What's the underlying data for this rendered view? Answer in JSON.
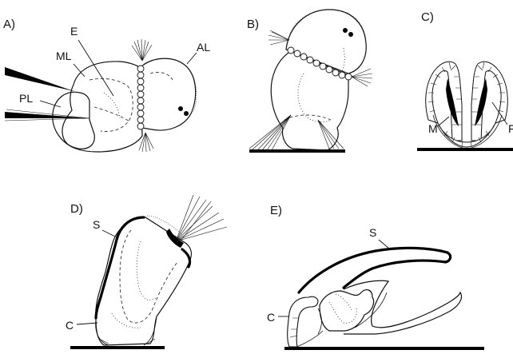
{
  "panels": {
    "a": {
      "label": "A)",
      "structures": {
        "e": "E",
        "ml": "ML",
        "pl": "PL",
        "al": "AL"
      }
    },
    "b": {
      "label": "B)"
    },
    "c": {
      "label": "C)",
      "structures": {
        "m": "M",
        "f": "F"
      }
    },
    "d": {
      "label": "D)",
      "structures": {
        "s": "S",
        "c": "C"
      }
    },
    "e": {
      "label": "E)",
      "structures": {
        "s": "S",
        "c": "C"
      }
    }
  }
}
